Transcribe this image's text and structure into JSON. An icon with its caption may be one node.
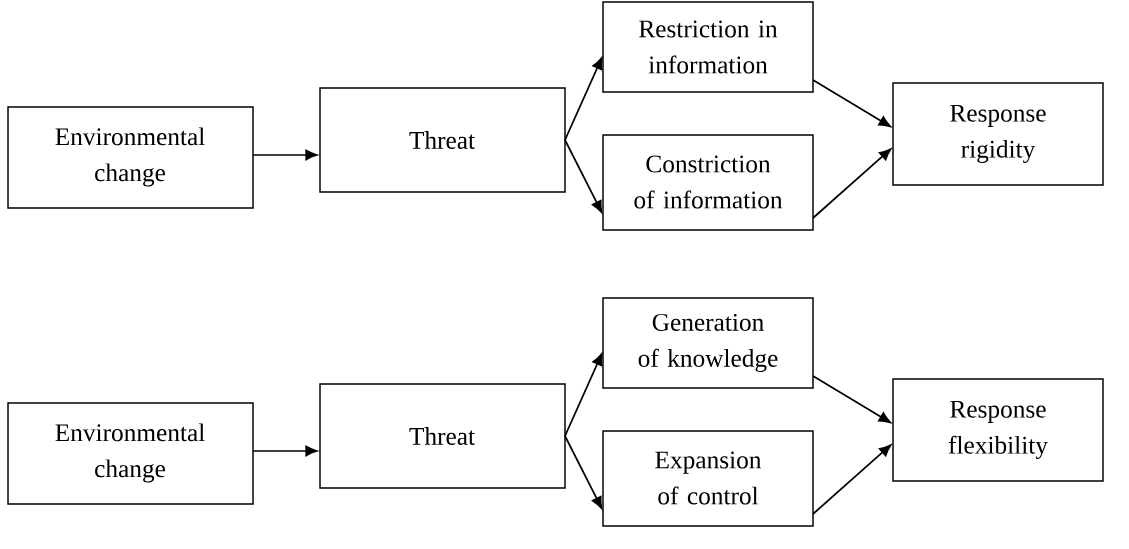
{
  "diagram": {
    "nodes": [
      {
        "text": [
          "Environmental change"
        ]
      },
      {
        "text": [
          "Threat"
        ]
      },
      {
        "text": [
          "Restriction in information"
        ]
      },
      {
        "text": [
          "Constriction of information"
        ]
      },
      {
        "text": [
          "Response rigidity"
        ]
      },
      {
        "text": [
          "Environmental change"
        ]
      },
      {
        "text": [
          "Threat"
        ]
      },
      {
        "text": [
          "Generation of knowledge"
        ]
      },
      {
        "text": [
          "Expansion of control"
        ]
      },
      {
        "text": [
          "Response flexibility"
        ]
      }
    ],
    "edges": [
      {
        "from": 0,
        "to": 1,
        "arrow": "to"
      },
      {
        "from": 1,
        "to": 2,
        "arrow": "to"
      },
      {
        "from": 1,
        "to": 3,
        "arrow": "to"
      },
      {
        "from": 2,
        "to": 4,
        "arrow": "to"
      },
      {
        "from": 3,
        "to": 4,
        "arrow": "to"
      },
      {
        "from": 5,
        "to": 6,
        "arrow": "to"
      },
      {
        "from": 6,
        "to": 7,
        "arrow": "to"
      },
      {
        "from": 6,
        "to": 8,
        "arrow": "to"
      },
      {
        "from": 7,
        "to": 9,
        "arrow": "to"
      },
      {
        "from": 8,
        "to": 9,
        "arrow": "to"
      }
    ]
  }
}
